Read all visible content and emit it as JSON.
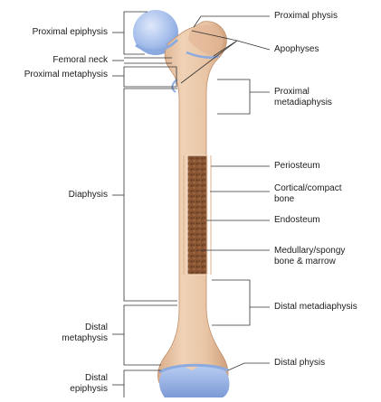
{
  "diagram": {
    "left_labels": {
      "proximal_epiphysis": "Proximal epiphysis",
      "femoral_neck": "Femoral neck",
      "proximal_metaphysis": "Proximal metaphysis",
      "diaphysis": "Diaphysis",
      "distal_metaphysis": [
        "Distal",
        "metaphysis"
      ],
      "distal_epiphysis": [
        "Distal",
        "epiphysis"
      ]
    },
    "right_labels": {
      "proximal_physis": "Proximal physis",
      "apophyses": "Apophyses",
      "proximal_metadiaphysis": [
        "Proximal",
        "metadiaphysis"
      ],
      "periosteum": "Periosteum",
      "cortical_bone": [
        "Cortical/compact",
        "bone"
      ],
      "endosteum": "Endosteum",
      "medullary": [
        "Medullary/spongy",
        "bone & marrow"
      ],
      "distal_metadiaphysis": "Distal metadiaphysis",
      "distal_physis": "Distal physis"
    },
    "colors": {
      "bone": "#e9c7a8",
      "bone_shade": "#d7a985",
      "cartilage": "#9db7e8",
      "cartilage_light": "#c8d8f4",
      "marrow": "#7a4a2c",
      "leader": "#333333"
    }
  }
}
